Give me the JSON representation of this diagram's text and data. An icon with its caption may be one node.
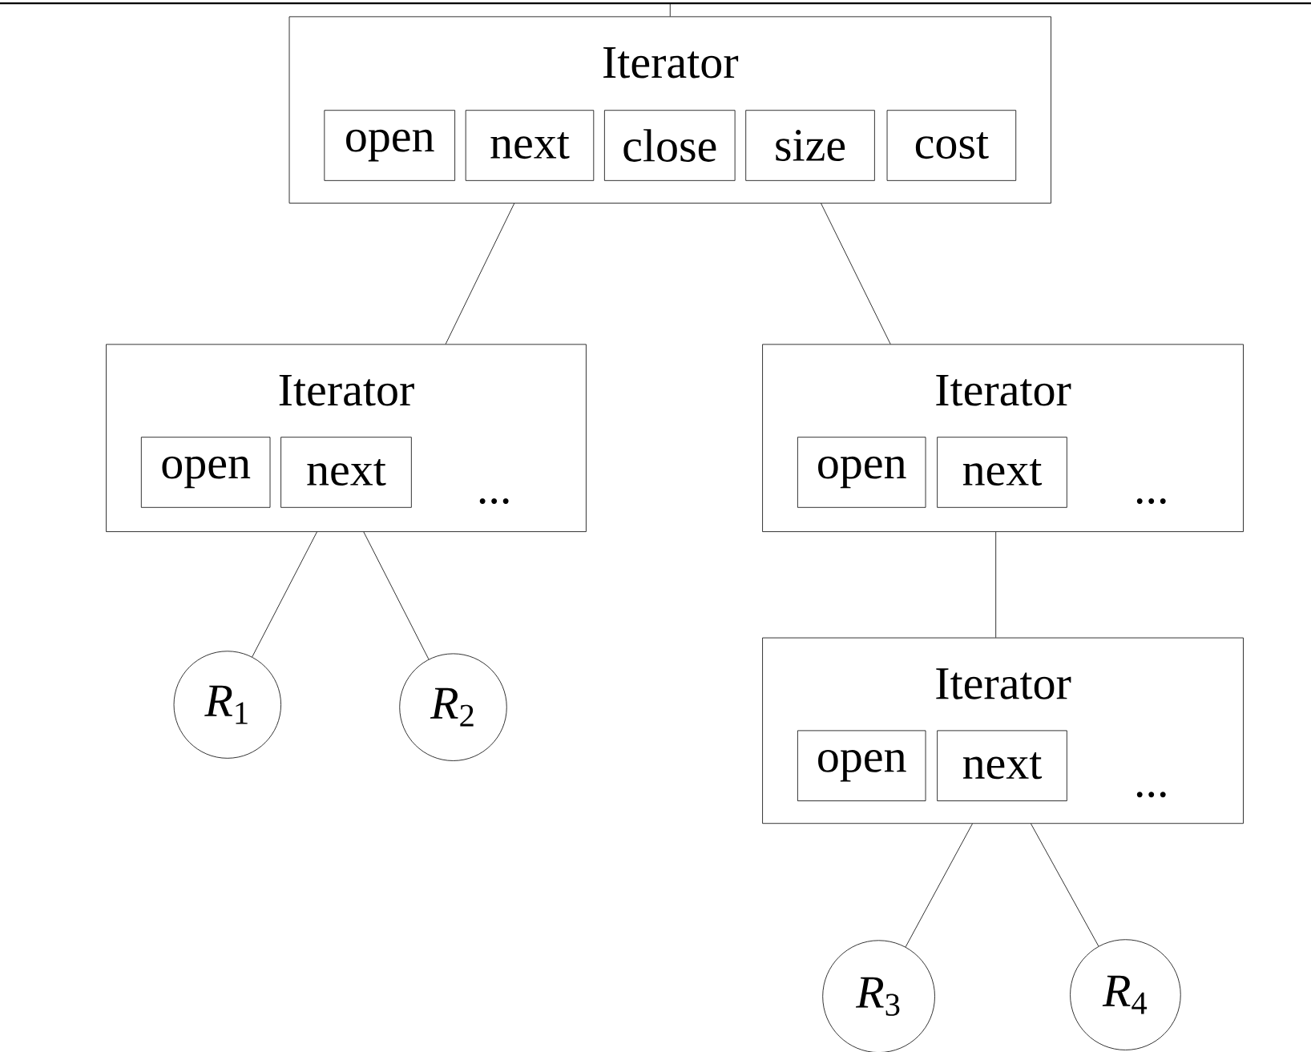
{
  "diagram": {
    "nodes": [
      {
        "text": [
          "Iterator"
        ]
      },
      {
        "text": [
          "open"
        ],
        "in": 0
      },
      {
        "text": [
          "next"
        ],
        "in": 0
      },
      {
        "text": [
          "close"
        ],
        "in": 0
      },
      {
        "text": [
          "size"
        ],
        "in": 0
      },
      {
        "text": [
          "cost"
        ],
        "in": 0
      },
      {
        "text": [
          "Iterator",
          "..."
        ]
      },
      {
        "text": [
          "open"
        ],
        "in": 6
      },
      {
        "text": [
          "next"
        ],
        "in": 6
      },
      {
        "text": [
          "Iterator",
          "..."
        ]
      },
      {
        "text": [
          "open"
        ],
        "in": 9
      },
      {
        "text": [
          "next"
        ],
        "in": 9
      },
      {
        "text": [
          "Iterator",
          "..."
        ]
      },
      {
        "text": [
          "open"
        ],
        "in": 12
      },
      {
        "text": [
          "next"
        ],
        "in": 12
      },
      {
        "text": [
          "*R*$_{1}$"
        ]
      },
      {
        "text": [
          "*R*$_{2}$"
        ]
      },
      {
        "text": [
          "*R*$_{3}$"
        ]
      },
      {
        "text": [
          "*R*$_{4}$"
        ]
      }
    ],
    "edges": [
      {
        "from": null,
        "to": 0,
        "arrow": "none"
      },
      {
        "from": 0,
        "to": 6,
        "arrow": "none"
      },
      {
        "from": 0,
        "to": 9,
        "arrow": "none"
      },
      {
        "from": 6,
        "to": 15,
        "arrow": "none"
      },
      {
        "from": 6,
        "to": 16,
        "arrow": "none"
      },
      {
        "from": 9,
        "to": 12,
        "arrow": "none"
      },
      {
        "from": 12,
        "to": 17,
        "arrow": "none"
      },
      {
        "from": 12,
        "to": 18,
        "arrow": "none"
      }
    ]
  }
}
